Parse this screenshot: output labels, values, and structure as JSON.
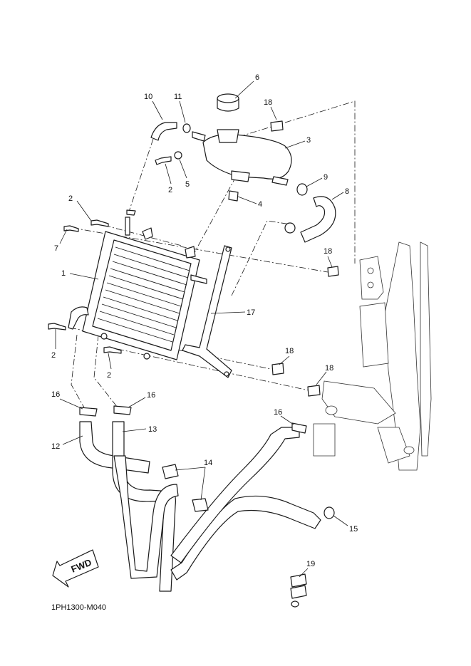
{
  "diagram_code": "1PH1300-M040",
  "fwd_label": "FWD",
  "callouts": [
    {
      "id": "c1",
      "text": "1"
    },
    {
      "id": "c2a",
      "text": "2"
    },
    {
      "id": "c2b",
      "text": "2"
    },
    {
      "id": "c2c",
      "text": "2"
    },
    {
      "id": "c2d",
      "text": "2"
    },
    {
      "id": "c3",
      "text": "3"
    },
    {
      "id": "c4",
      "text": "4"
    },
    {
      "id": "c5",
      "text": "5"
    },
    {
      "id": "c6",
      "text": "6"
    },
    {
      "id": "c7",
      "text": "7"
    },
    {
      "id": "c8",
      "text": "8"
    },
    {
      "id": "c9",
      "text": "9"
    },
    {
      "id": "c10",
      "text": "10"
    },
    {
      "id": "c11",
      "text": "11"
    },
    {
      "id": "c12",
      "text": "12"
    },
    {
      "id": "c13",
      "text": "13"
    },
    {
      "id": "c14",
      "text": "14"
    },
    {
      "id": "c15",
      "text": "15"
    },
    {
      "id": "c16a",
      "text": "16"
    },
    {
      "id": "c16b",
      "text": "16"
    },
    {
      "id": "c16c",
      "text": "16"
    },
    {
      "id": "c17",
      "text": "17"
    },
    {
      "id": "c18a",
      "text": "18"
    },
    {
      "id": "c18b",
      "text": "18"
    },
    {
      "id": "c18c",
      "text": "18"
    },
    {
      "id": "c18d",
      "text": "18"
    },
    {
      "id": "c19",
      "text": "19"
    }
  ]
}
